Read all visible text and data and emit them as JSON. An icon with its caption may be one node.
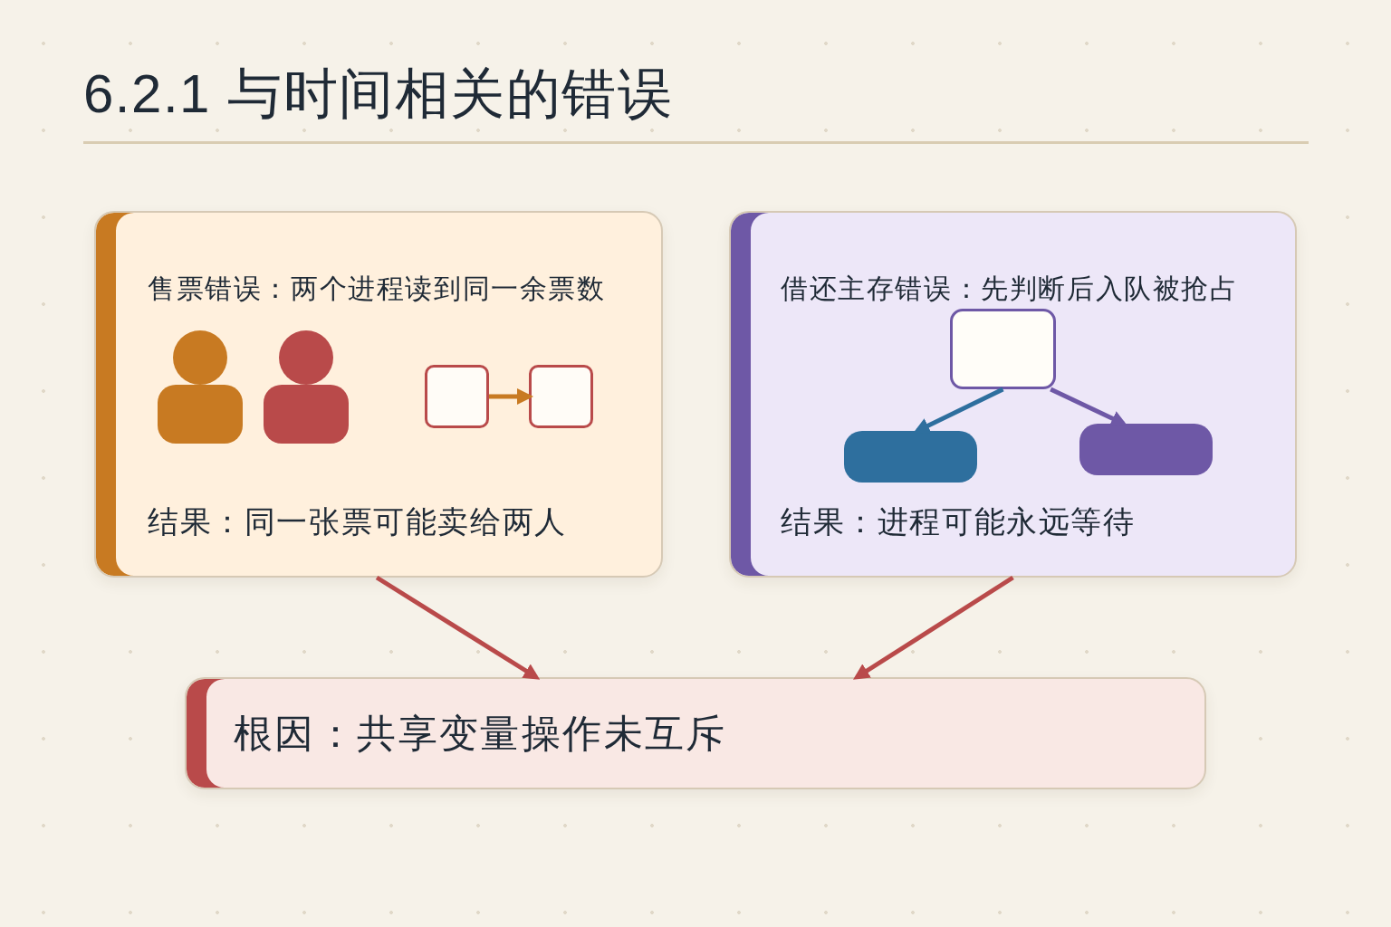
{
  "diagram": {
    "title": "6.2.1 与时间相关的错误",
    "nodes": [
      {
        "text": [
          "售票错误：两个进程读到同一余票数",
          "结果：同一张票可能卖给两人"
        ]
      },
      {
        "text": [],
        "shape": "box",
        "in": 0
      },
      {
        "text": [],
        "shape": "box",
        "in": 0
      },
      {
        "text": [
          "借还主存错误：先判断后入队被抢占",
          "结果：进程可能永远等待"
        ]
      },
      {
        "text": [],
        "shape": "box",
        "in": 3
      },
      {
        "text": [],
        "shape": "box",
        "in": 3
      },
      {
        "text": [],
        "shape": "box",
        "in": 3
      },
      {
        "text": [
          "根因：共享变量操作未互斥"
        ]
      }
    ],
    "edges": [
      {
        "from": 1,
        "to": 2,
        "arrow": "to",
        "color": "#c87a22"
      },
      {
        "from": 4,
        "to": 5,
        "arrow": "to",
        "color": "#2e6f9e"
      },
      {
        "from": 4,
        "to": 6,
        "arrow": "to",
        "color": "#6e58a6"
      },
      {
        "from": 0,
        "to": 7,
        "arrow": "to"
      },
      {
        "from": 3,
        "to": 7,
        "arrow": "to"
      }
    ]
  }
}
